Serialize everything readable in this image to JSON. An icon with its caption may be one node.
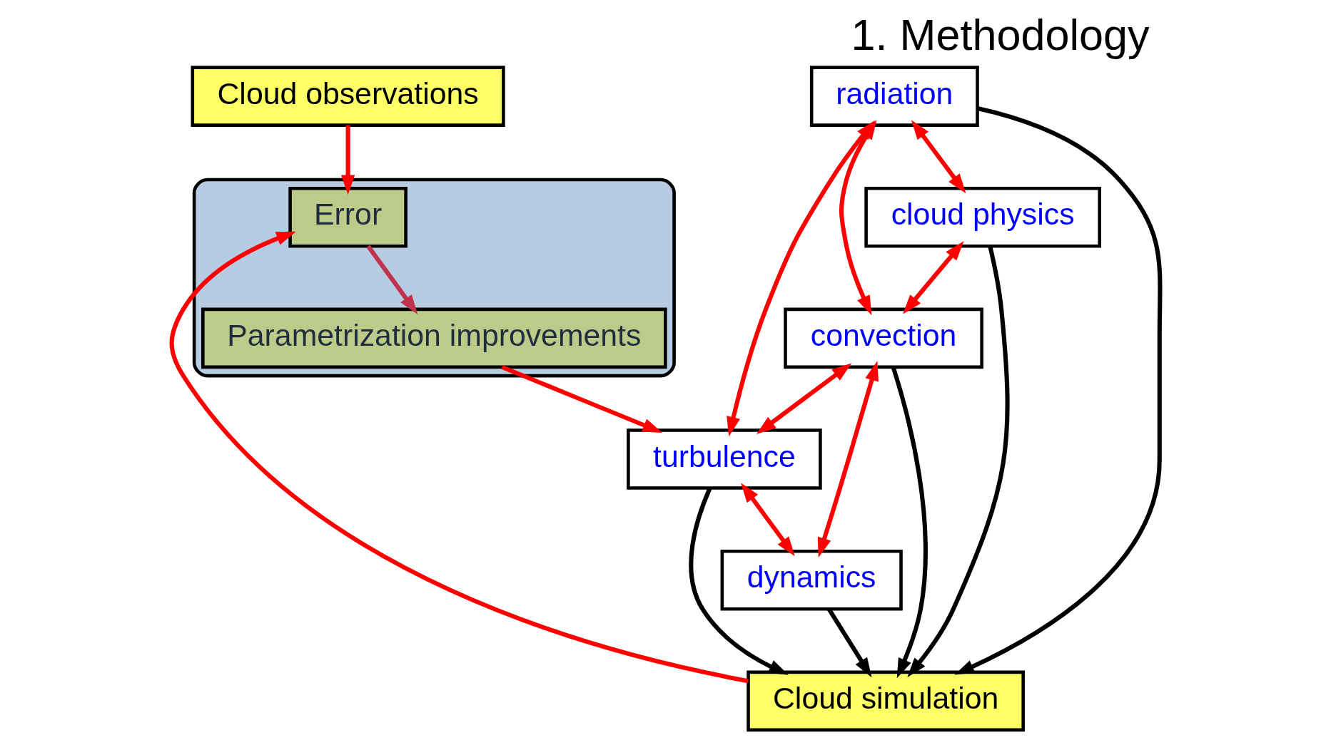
{
  "diagram": {
    "title": "1. Methodology",
    "nodes": [
      {
        "text": [
          "Cloud observations"
        ]
      },
      {
        "text": [
          "Cloud simulation"
        ]
      },
      {
        "text": [],
        "shape": "ellipse"
      },
      {
        "text": [
          "Error"
        ],
        "in": 2
      },
      {
        "text": [
          "Parametrization improvements"
        ],
        "in": 2
      },
      {
        "text": [
          "turbulence"
        ]
      },
      {
        "text": [
          "radiation"
        ]
      },
      {
        "text": [
          "cloud physics"
        ]
      },
      {
        "text": [
          "convection"
        ]
      },
      {
        "text": [
          "dynamics"
        ]
      }
    ],
    "edges": [
      {
        "from": 0,
        "to": 3,
        "arrow": "to"
      },
      {
        "from": 1,
        "to": 3,
        "arrow": "to"
      },
      {
        "from": 3,
        "to": 4,
        "arrow": "to",
        "color": "#c0334d"
      },
      {
        "from": 4,
        "to": 5,
        "arrow": "to"
      },
      {
        "from": 7,
        "to": 1,
        "arrow": "to",
        "color": "#000000"
      },
      {
        "from": 8,
        "to": 1,
        "arrow": "to",
        "color": "#000000"
      },
      {
        "from": 6,
        "to": 1,
        "arrow": "to",
        "color": "#000000"
      },
      {
        "from": 9,
        "to": 1,
        "arrow": "to",
        "color": "#000000"
      },
      {
        "from": 5,
        "to": 1,
        "arrow": "to",
        "color": "#000000"
      },
      {
        "from": 6,
        "to": 7,
        "arrow": "both"
      },
      {
        "from": 7,
        "to": 8,
        "arrow": "both"
      },
      {
        "from": 6,
        "to": 8,
        "arrow": "both"
      },
      {
        "from": 6,
        "to": 5,
        "arrow": "both"
      },
      {
        "from": 8,
        "to": 5,
        "arrow": "both"
      },
      {
        "from": 8,
        "to": 9,
        "arrow": "both"
      },
      {
        "from": 5,
        "to": 9,
        "arrow": "both"
      }
    ]
  }
}
